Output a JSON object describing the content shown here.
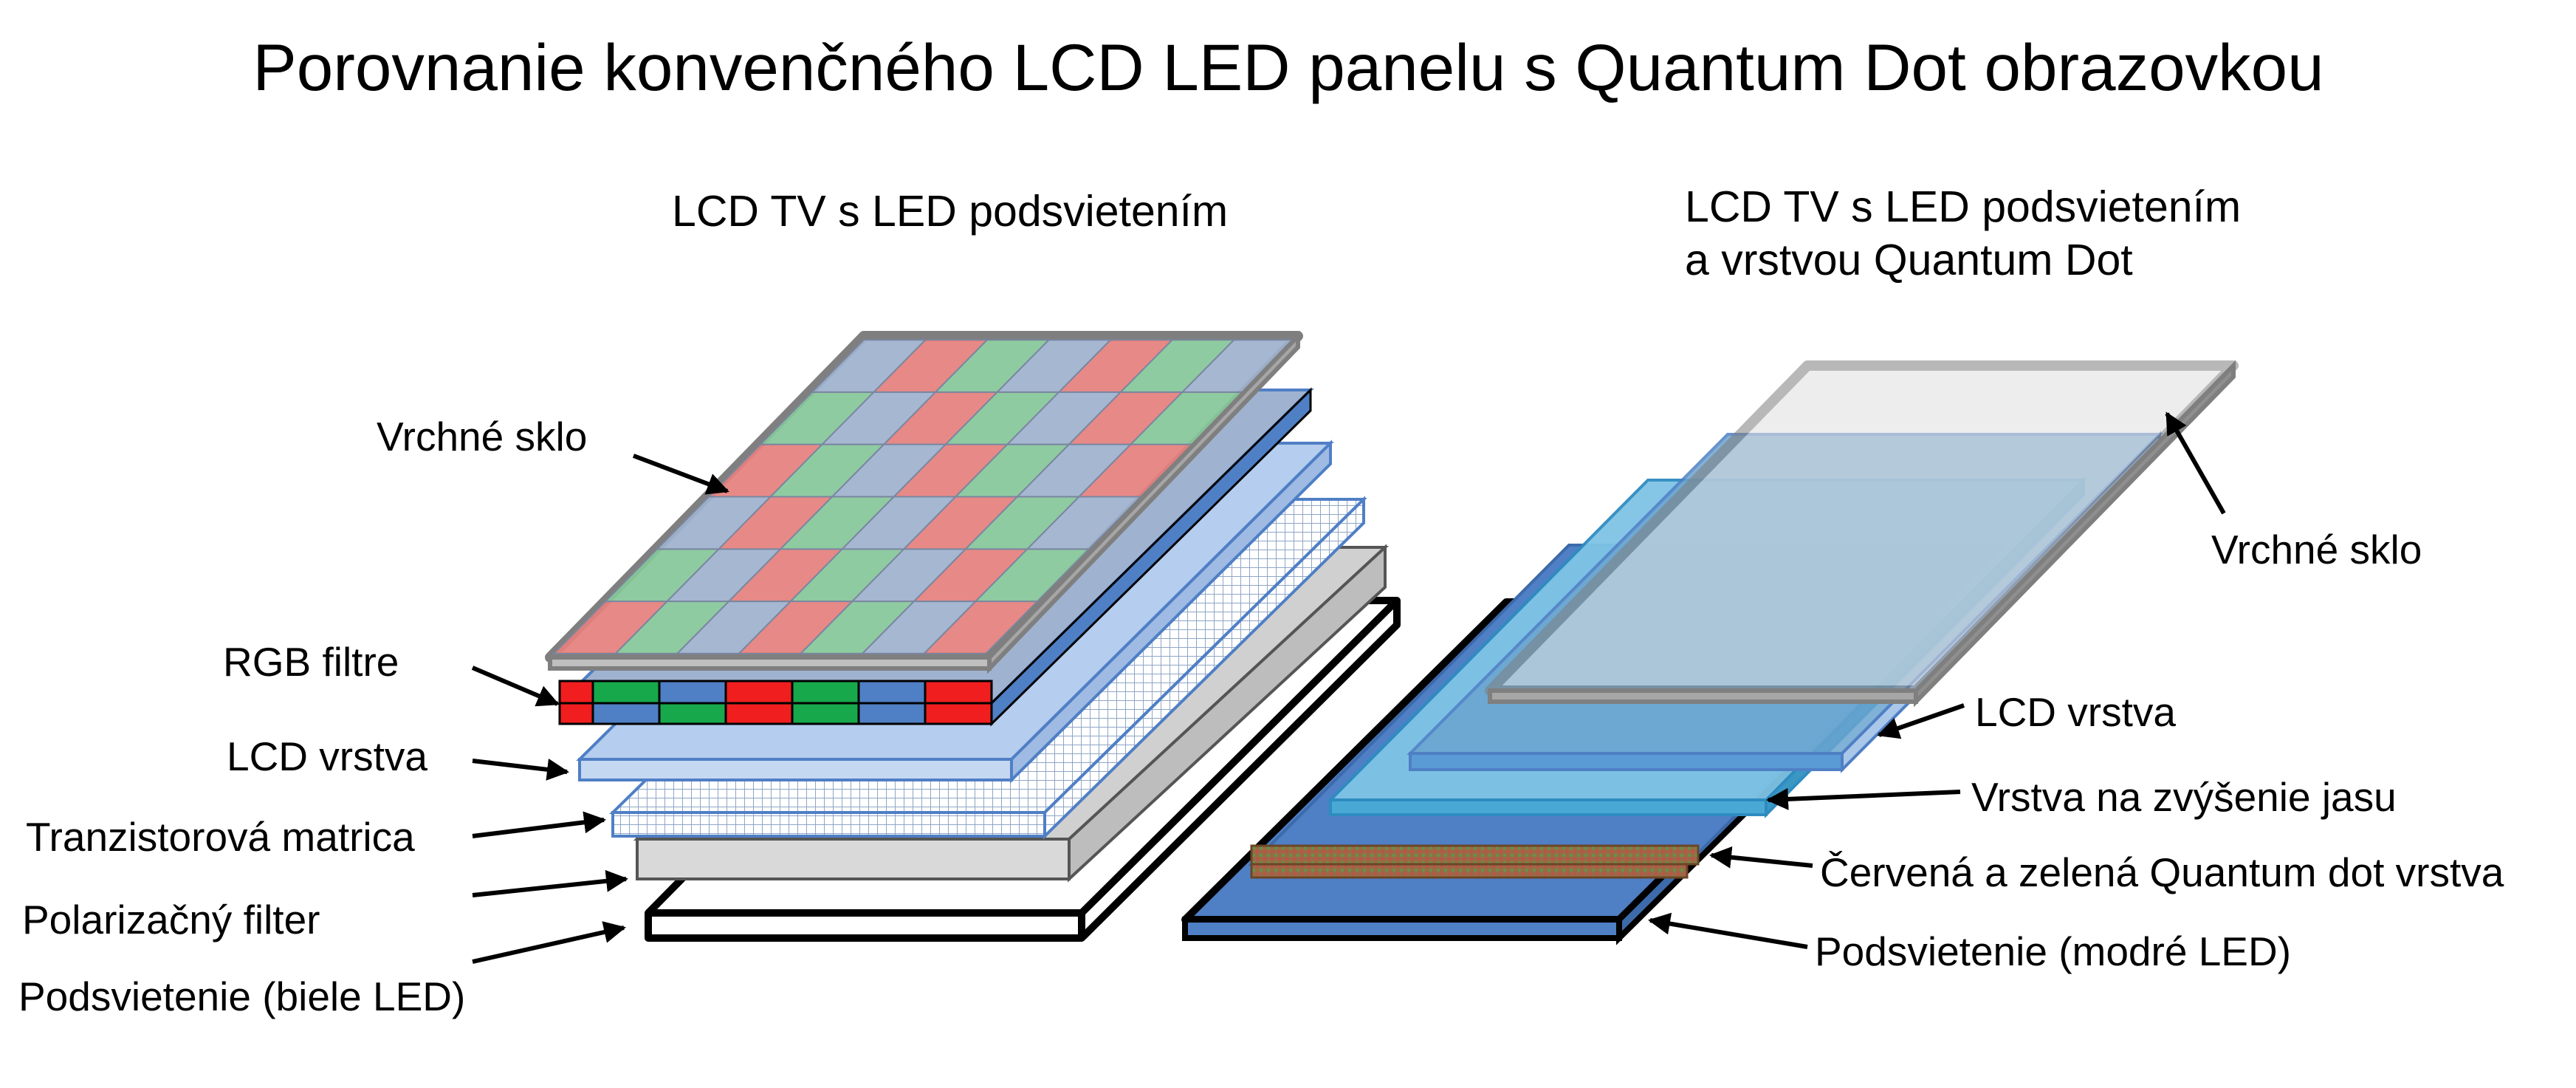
{
  "title": "Porovnanie konvenčného LCD LED panelu s Quantum Dot obrazovkou",
  "left_panel": {
    "heading": "LCD TV s LED podsvietením",
    "labels": {
      "top_glass": "Vrchné sklo",
      "rgb_filters": "RGB filtre",
      "lcd_layer": "LCD vrstva",
      "transistor_matrix": "Tranzistorová matrica",
      "polarizer": "Polarizačný filter",
      "backlight": "Podsvietenie (biele LED)"
    }
  },
  "right_panel": {
    "heading_line1": "LCD TV s LED podsvietením",
    "heading_line2": "a vrstvou Quantum Dot",
    "labels": {
      "top_glass": "Vrchné sklo",
      "lcd_layer": "LCD vrstva",
      "brightness_layer": "Vrstva na zvýšenie jasu",
      "qd_layer": "Červená a zelená Quantum dot vrstva",
      "backlight": "Podsvietenie (modré LED)"
    }
  },
  "colors": {
    "red_filter": "#e8807c",
    "green_filter": "#86c99a",
    "blue_filter": "#9fb2cf",
    "filter_red_edge": "#f01e1e",
    "filter_green_edge": "#17a84b",
    "filter_blue_edge": "#4f7fc5",
    "glass": "#dcdcdc",
    "glass_edge": "#7f7f7f",
    "lcd_layer": "#b5cdee",
    "qd_layer": "#9a6a44",
    "brightness_layer": "#4aa9d4",
    "blue_backlight": "#4f7fc5"
  }
}
